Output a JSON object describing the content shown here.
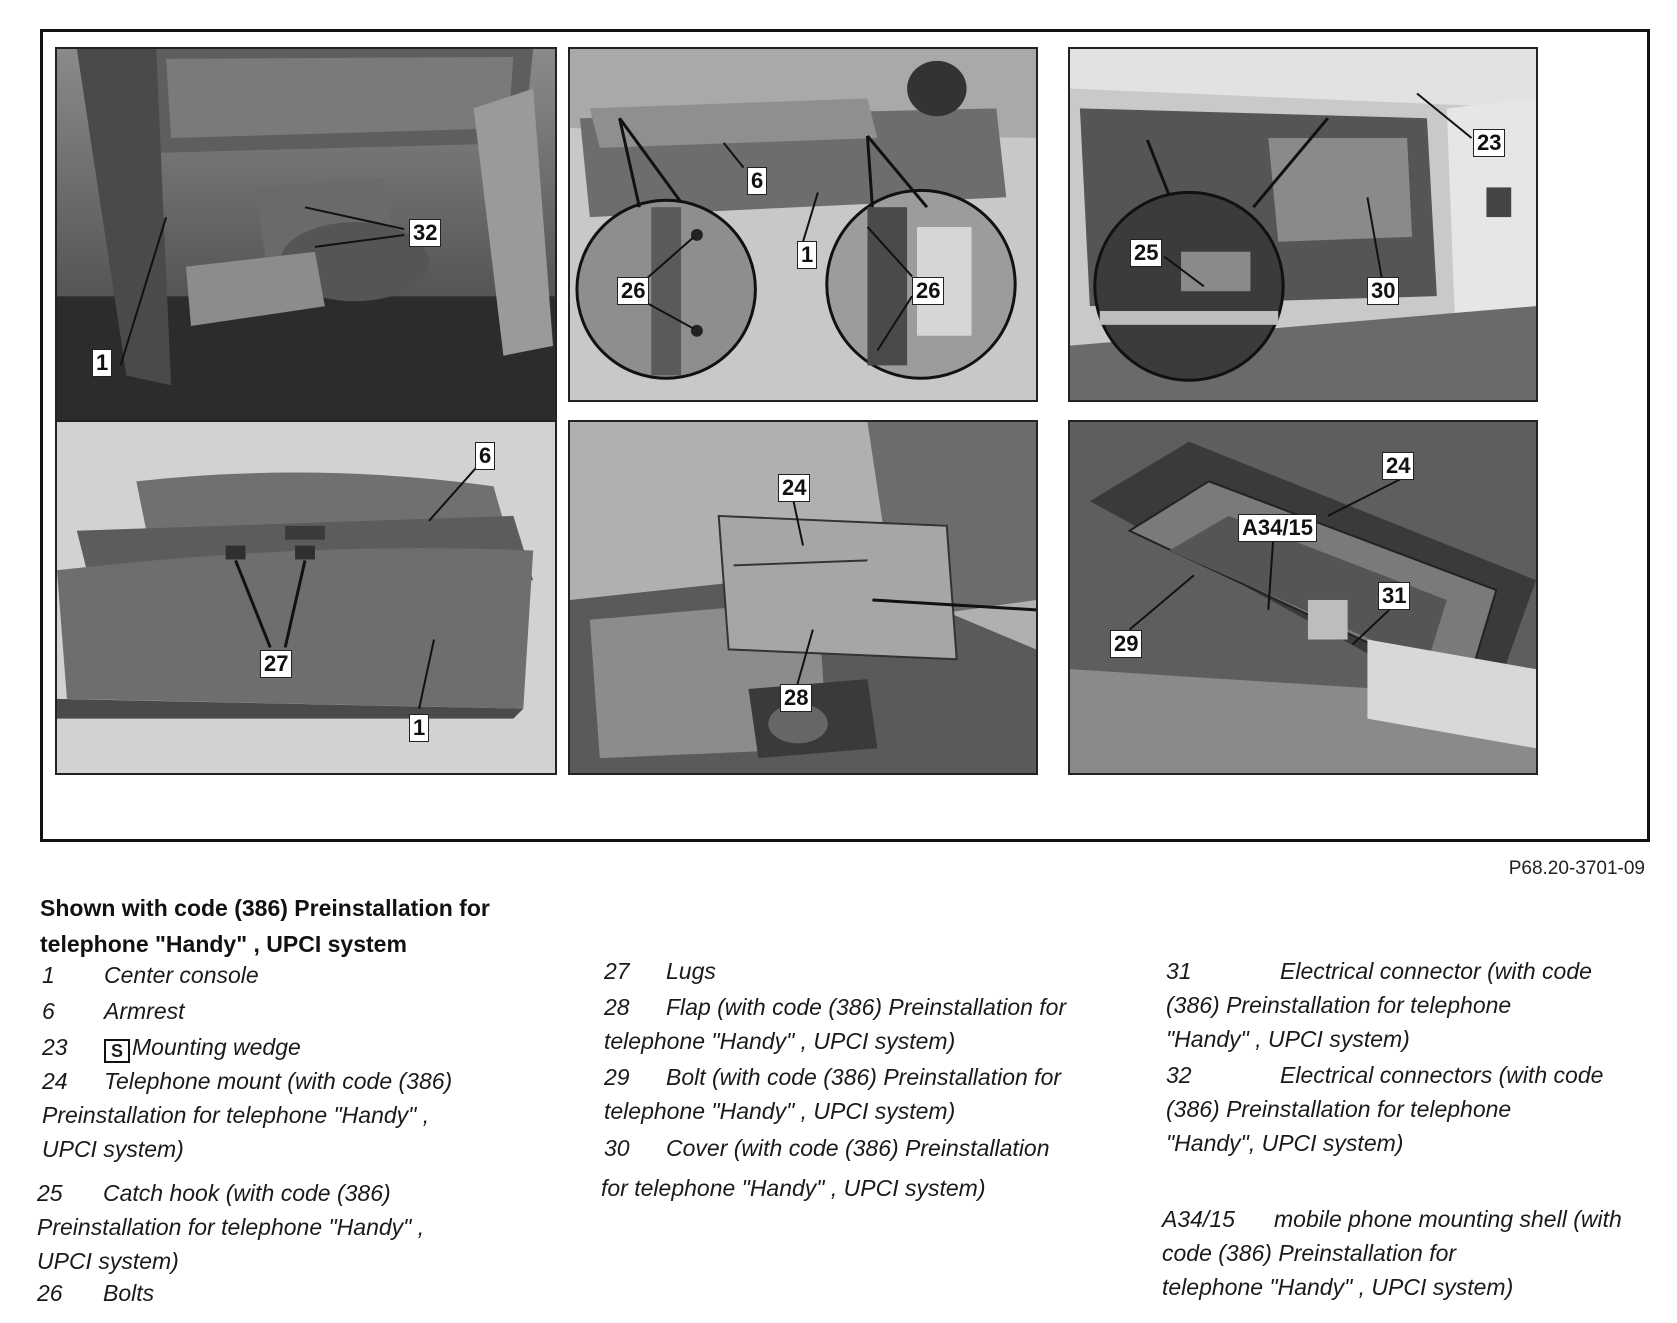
{
  "figure_id": "P68.20-3701-09",
  "panels": [
    {
      "callouts": [
        "1",
        "32"
      ]
    },
    {
      "callouts": [
        "6",
        "1",
        "26",
        "26"
      ]
    },
    {
      "callouts": [
        "23",
        "25",
        "30"
      ]
    },
    {
      "callouts": [
        "6",
        "27",
        "1"
      ]
    },
    {
      "callouts": [
        "24",
        "28"
      ]
    },
    {
      "callouts": [
        "24",
        "A34/15",
        "31",
        "29"
      ]
    }
  ],
  "legend": {
    "title_line1": "Shown with code (386) Preinstallation for",
    "title_line2": "telephone \"Handy\" , UPCI system",
    "col1": [
      {
        "num": "1",
        "text": "Center console"
      },
      {
        "num": "6",
        "text": "Armrest"
      },
      {
        "num": "23",
        "icon": "special-tool-icon",
        "icon_glyph": "S",
        "text": "Mounting wedge"
      },
      {
        "num": "24",
        "text": "Telephone mount (with code (386)",
        "cont1": "Preinstallation for telephone \"Handy\" ,",
        "cont2": "UPCI system)"
      },
      {
        "num": "25",
        "text": "Catch hook (with code (386)",
        "cont1": "Preinstallation for telephone \"Handy\" ,",
        "cont2": "UPCI system)"
      },
      {
        "num": "26",
        "text": "Bolts"
      }
    ],
    "col2": [
      {
        "num": "27",
        "text": "Lugs"
      },
      {
        "num": "28",
        "text": "Flap (with code (386) Preinstallation for",
        "cont1": "telephone \"Handy\" , UPCI system)"
      },
      {
        "num": "29",
        "text": "Bolt (with code (386) Preinstallation for",
        "cont1": "telephone \"Handy\" , UPCI system)"
      },
      {
        "num": "30",
        "text": "Cover (with code (386) Preinstallation",
        "cont1": "for telephone \"Handy\" , UPCI system)"
      }
    ],
    "col3": [
      {
        "num": "31",
        "text": "Electrical connector (with code",
        "cont1": "(386) Preinstallation for telephone",
        "cont2": "\"Handy\" , UPCI system)"
      },
      {
        "num": "32",
        "text": "Electrical connectors (with code",
        "cont1": "(386) Preinstallation for telephone",
        "cont2": "\"Handy\", UPCI system)"
      },
      {
        "num": "A34/15",
        "text": "mobile phone mounting shell (with",
        "cont1": "code (386) Preinstallation for",
        "cont2": "telephone \"Handy\" , UPCI system)"
      }
    ]
  }
}
